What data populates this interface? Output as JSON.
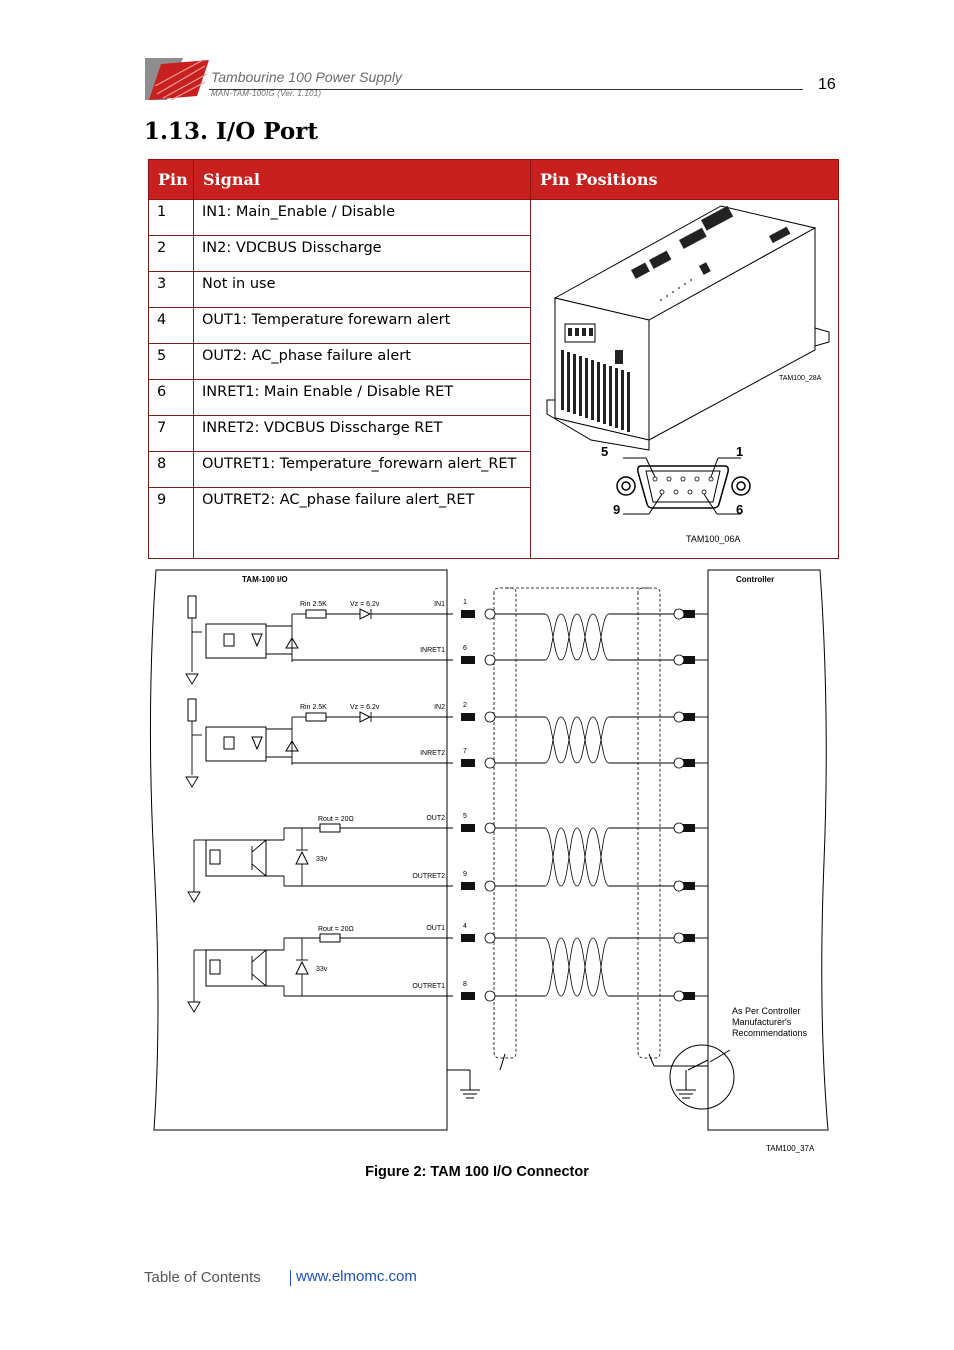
{
  "header": {
    "doc_title": "Tambourine 100 Power Supply",
    "doc_code": "MAN-TAM-100IG (Ver. 1.101)",
    "page_number": "16"
  },
  "section": {
    "heading": "1.13.  I/O Port"
  },
  "pin_table": {
    "headers": [
      "Pin",
      "Signal",
      "Pin Positions"
    ],
    "rows": [
      {
        "pin": "1",
        "signal": "IN1: Main_Enable / Disable"
      },
      {
        "pin": "2",
        "signal": "IN2: VDCBUS Disscharge"
      },
      {
        "pin": "3",
        "signal": "Not in use"
      },
      {
        "pin": "4",
        "signal": "OUT1: Temperature forewarn alert"
      },
      {
        "pin": "5",
        "signal": "OUT2: AC_phase failure alert"
      },
      {
        "pin": "6",
        "signal": "INRET1: Main Enable / Disable RET"
      },
      {
        "pin": "7",
        "signal": "INRET2: VDCBUS Disscharge RET"
      },
      {
        "pin": "8",
        "signal": "OUTRET1: Temperature_forewarn alert_RET"
      },
      {
        "pin": "9",
        "signal": "OUTRET2: AC_phase failure alert_RET"
      }
    ],
    "image_labels": {
      "unit_ref": "TAM100_28A",
      "connector_ref": "TAM100_06A",
      "pin_5": "5",
      "pin_1": "1",
      "pin_9": "9",
      "pin_6": "6"
    }
  },
  "schematic": {
    "left_title": "TAM-100 I/O",
    "right_title": "Controller",
    "rin": "Rin 2.5K",
    "vz": "Vz = 6.2v",
    "rout": "Rout = 20Ω",
    "zener_v": "33v",
    "signals": [
      "IN1",
      "INRET1",
      "IN2",
      "INRET2",
      "OUT2",
      "OUTRET2",
      "OUT1",
      "OUTRET1"
    ],
    "pins": [
      "1",
      "6",
      "2",
      "7",
      "5",
      "9",
      "4",
      "8"
    ],
    "note": [
      "As Per Controller",
      "Manufacturer's",
      "Recommendations"
    ],
    "ref": "TAM100_37A"
  },
  "figure_caption": "Figure 2: TAM 100 I/O Connector",
  "footer": {
    "toc": "Table of Contents",
    "site": "www.elmomc.com"
  },
  "colors": {
    "accent_red": "#c8201e"
  }
}
